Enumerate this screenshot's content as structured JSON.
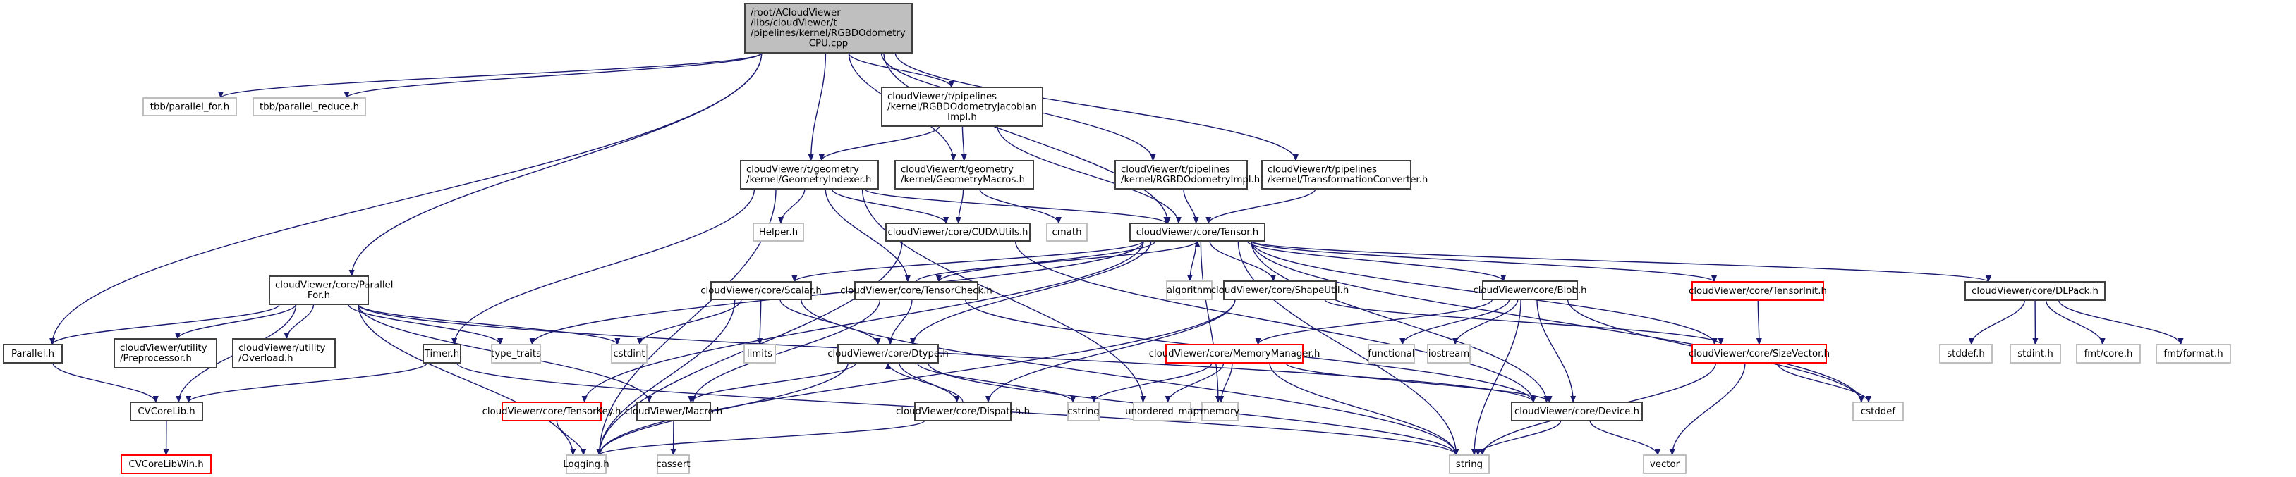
{
  "diagram": {
    "title": "Include dependency graph for RGBDOdometryCPU.cpp",
    "colors": {
      "edge": "#191970",
      "root_fill": "#bfbfbf",
      "local_border": "#404040",
      "system_border": "#bfbfbf",
      "missing_border": "#ff0000"
    },
    "nodes": [
      {
        "id": "root",
        "kind": "root",
        "lines": [
          "/root/ACloudViewer",
          "/libs/cloudViewer/t",
          "/pipelines/kernel/RGBDOdometry",
          "CPU.cpp"
        ]
      },
      {
        "id": "tbb_for",
        "kind": "system",
        "lines": [
          "tbb/parallel_for.h"
        ]
      },
      {
        "id": "tbb_reduce",
        "kind": "system",
        "lines": [
          "tbb/parallel_reduce.h"
        ]
      },
      {
        "id": "jacobian",
        "kind": "local",
        "lines": [
          "cloudViewer/t/pipelines",
          "/kernel/RGBDOdometryJacobian",
          "Impl.h"
        ]
      },
      {
        "id": "geom_indexer",
        "kind": "local",
        "lines": [
          "cloudViewer/t/geometry",
          "/kernel/GeometryIndexer.h"
        ]
      },
      {
        "id": "geom_macros",
        "kind": "local",
        "lines": [
          "cloudViewer/t/geometry",
          "/kernel/GeometryMacros.h"
        ]
      },
      {
        "id": "odom_impl",
        "kind": "local",
        "lines": [
          "cloudViewer/t/pipelines",
          "/kernel/RGBDOdometryImpl.h"
        ]
      },
      {
        "id": "transform_conv",
        "kind": "local",
        "lines": [
          "cloudViewer/t/pipelines",
          "/kernel/TransformationConverter.h"
        ]
      },
      {
        "id": "helper",
        "kind": "system",
        "lines": [
          "Helper.h"
        ]
      },
      {
        "id": "cudautils",
        "kind": "local",
        "lines": [
          "cloudViewer/core/CUDAUtils.h"
        ]
      },
      {
        "id": "cmath",
        "kind": "system",
        "lines": [
          "cmath"
        ]
      },
      {
        "id": "tensor",
        "kind": "local",
        "lines": [
          "cloudViewer/core/Tensor.h"
        ]
      },
      {
        "id": "parallel_for",
        "kind": "local",
        "lines": [
          "cloudViewer/core/Parallel",
          "For.h"
        ]
      },
      {
        "id": "scalar",
        "kind": "local",
        "lines": [
          "cloudViewer/core/Scalar.h"
        ]
      },
      {
        "id": "tensorcheck",
        "kind": "local",
        "lines": [
          "cloudViewer/core/TensorCheck.h"
        ]
      },
      {
        "id": "algorithm",
        "kind": "system",
        "lines": [
          "algorithm"
        ]
      },
      {
        "id": "shapeutil",
        "kind": "local",
        "lines": [
          "cloudViewer/core/ShapeUtil.h"
        ]
      },
      {
        "id": "blob",
        "kind": "local",
        "lines": [
          "cloudViewer/core/Blob.h"
        ]
      },
      {
        "id": "tensorinit",
        "kind": "missing",
        "lines": [
          "cloudViewer/core/TensorInit.h"
        ]
      },
      {
        "id": "dlpack",
        "kind": "local",
        "lines": [
          "cloudViewer/core/DLPack.h"
        ]
      },
      {
        "id": "parallel_h",
        "kind": "local",
        "lines": [
          "Parallel.h"
        ]
      },
      {
        "id": "preprocessor",
        "kind": "local",
        "lines": [
          "cloudViewer/utility",
          "/Preprocessor.h"
        ]
      },
      {
        "id": "overload",
        "kind": "local",
        "lines": [
          "cloudViewer/utility",
          "/Overload.h"
        ]
      },
      {
        "id": "timer",
        "kind": "local",
        "lines": [
          "Timer.h"
        ]
      },
      {
        "id": "type_traits",
        "kind": "system",
        "lines": [
          "type_traits"
        ]
      },
      {
        "id": "cstdint",
        "kind": "system",
        "lines": [
          "cstdint"
        ]
      },
      {
        "id": "limits",
        "kind": "system",
        "lines": [
          "limits"
        ]
      },
      {
        "id": "dtype",
        "kind": "local",
        "lines": [
          "cloudViewer/core/Dtype.h"
        ]
      },
      {
        "id": "memmgr",
        "kind": "missing",
        "lines": [
          "cloudViewer/core/MemoryManager.h"
        ]
      },
      {
        "id": "functional",
        "kind": "system",
        "lines": [
          "functional"
        ]
      },
      {
        "id": "iostream",
        "kind": "system",
        "lines": [
          "iostream"
        ]
      },
      {
        "id": "sizevector",
        "kind": "missing",
        "lines": [
          "cloudViewer/core/SizeVector.h"
        ]
      },
      {
        "id": "stddef_h",
        "kind": "system",
        "lines": [
          "stddef.h"
        ]
      },
      {
        "id": "stdint_h",
        "kind": "system",
        "lines": [
          "stdint.h"
        ]
      },
      {
        "id": "fmt_core",
        "kind": "system",
        "lines": [
          "fmt/core.h"
        ]
      },
      {
        "id": "fmt_format",
        "kind": "system",
        "lines": [
          "fmt/format.h"
        ]
      },
      {
        "id": "cvcorelib",
        "kind": "local",
        "lines": [
          "CVCoreLib.h"
        ]
      },
      {
        "id": "tensorkey",
        "kind": "missing",
        "lines": [
          "cloudViewer/core/TensorKey.h"
        ]
      },
      {
        "id": "macro",
        "kind": "local",
        "lines": [
          "cloudViewer/Macro.h"
        ]
      },
      {
        "id": "dispatch",
        "kind": "local",
        "lines": [
          "cloudViewer/core/Dispatch.h"
        ]
      },
      {
        "id": "cstring",
        "kind": "system",
        "lines": [
          "cstring"
        ]
      },
      {
        "id": "unordered_map",
        "kind": "system",
        "lines": [
          "unordered_map"
        ]
      },
      {
        "id": "memory",
        "kind": "system",
        "lines": [
          "memory"
        ]
      },
      {
        "id": "device",
        "kind": "local",
        "lines": [
          "cloudViewer/core/Device.h"
        ]
      },
      {
        "id": "cstddef",
        "kind": "system",
        "lines": [
          "cstddef"
        ]
      },
      {
        "id": "cvcorelibwin",
        "kind": "missing",
        "lines": [
          "CVCoreLibWin.h"
        ]
      },
      {
        "id": "logging",
        "kind": "system",
        "lines": [
          "Logging.h"
        ]
      },
      {
        "id": "cassert",
        "kind": "system",
        "lines": [
          "cassert"
        ]
      },
      {
        "id": "string",
        "kind": "system",
        "lines": [
          "string"
        ]
      },
      {
        "id": "vector",
        "kind": "system",
        "lines": [
          "vector"
        ]
      }
    ],
    "edges": [
      [
        "root",
        "tbb_for"
      ],
      [
        "root",
        "tbb_reduce"
      ],
      [
        "root",
        "parallel_h"
      ],
      [
        "root",
        "parallel_for"
      ],
      [
        "root",
        "geom_indexer"
      ],
      [
        "root",
        "geom_macros"
      ],
      [
        "root",
        "jacobian"
      ],
      [
        "root",
        "odom_impl"
      ],
      [
        "root",
        "transform_conv"
      ],
      [
        "root",
        "tensor"
      ],
      [
        "jacobian",
        "geom_indexer"
      ],
      [
        "jacobian",
        "geom_macros"
      ],
      [
        "jacobian",
        "tensor"
      ],
      [
        "geom_indexer",
        "helper"
      ],
      [
        "geom_indexer",
        "cudautils"
      ],
      [
        "geom_indexer",
        "tensor"
      ],
      [
        "geom_indexer",
        "tensorcheck"
      ],
      [
        "geom_indexer",
        "timer"
      ],
      [
        "geom_indexer",
        "logging"
      ],
      [
        "geom_indexer",
        "unordered_map"
      ],
      [
        "geom_macros",
        "cudautils"
      ],
      [
        "geom_macros",
        "cmath"
      ],
      [
        "odom_impl",
        "tensor"
      ],
      [
        "transform_conv",
        "tensor"
      ],
      [
        "cudautils",
        "logging"
      ],
      [
        "cudautils",
        "device"
      ],
      [
        "tensor",
        "algorithm"
      ],
      [
        "tensor",
        "shapeutil"
      ],
      [
        "tensor",
        "blob"
      ],
      [
        "tensor",
        "tensorinit"
      ],
      [
        "tensor",
        "dlpack"
      ],
      [
        "tensor",
        "scalar"
      ],
      [
        "tensor",
        "tensorcheck"
      ],
      [
        "tensor",
        "dtype"
      ],
      [
        "tensor",
        "tensorkey"
      ],
      [
        "tensor",
        "type_traits"
      ],
      [
        "tensor",
        "cstddef"
      ],
      [
        "tensor",
        "sizevector"
      ],
      [
        "tensor",
        "device"
      ],
      [
        "tensor",
        "string"
      ],
      [
        "tensor",
        "memory"
      ],
      [
        "parallel_for",
        "parallel_h"
      ],
      [
        "parallel_for",
        "preprocessor"
      ],
      [
        "parallel_for",
        "overload"
      ],
      [
        "parallel_for",
        "type_traits"
      ],
      [
        "parallel_for",
        "cstdint"
      ],
      [
        "parallel_for",
        "device"
      ],
      [
        "parallel_for",
        "logging"
      ],
      [
        "parallel_for",
        "macro"
      ],
      [
        "parallel_for",
        "cvcorelib"
      ],
      [
        "scalar",
        "cstdint"
      ],
      [
        "scalar",
        "limits"
      ],
      [
        "scalar",
        "dtype"
      ],
      [
        "scalar",
        "logging"
      ],
      [
        "scalar",
        "string"
      ],
      [
        "tensorcheck",
        "dtype"
      ],
      [
        "tensorcheck",
        "device"
      ],
      [
        "tensorcheck",
        "macro"
      ],
      [
        "tensorcheck",
        "tensor"
      ],
      [
        "shapeutil",
        "sizevector"
      ],
      [
        "shapeutil",
        "dispatch"
      ],
      [
        "shapeutil",
        "logging"
      ],
      [
        "blob",
        "memmgr"
      ],
      [
        "blob",
        "functional"
      ],
      [
        "blob",
        "iostream"
      ],
      [
        "blob",
        "device"
      ],
      [
        "blob",
        "string"
      ],
      [
        "blob",
        "cstddef"
      ],
      [
        "tensorinit",
        "sizevector"
      ],
      [
        "dlpack",
        "stddef_h"
      ],
      [
        "dlpack",
        "stdint_h"
      ],
      [
        "dlpack",
        "fmt_core"
      ],
      [
        "dlpack",
        "fmt_format"
      ],
      [
        "parallel_h",
        "cvcorelib"
      ],
      [
        "timer",
        "cvcorelib"
      ],
      [
        "timer",
        "string"
      ],
      [
        "dtype",
        "macro"
      ],
      [
        "dtype",
        "dispatch"
      ],
      [
        "dtype",
        "logging"
      ],
      [
        "dtype",
        "cstring"
      ],
      [
        "dtype",
        "string"
      ],
      [
        "dispatch",
        "dtype"
      ],
      [
        "dispatch",
        "logging"
      ],
      [
        "memmgr",
        "cstring"
      ],
      [
        "memmgr",
        "unordered_map"
      ],
      [
        "memmgr",
        "memory"
      ],
      [
        "memmgr",
        "device"
      ],
      [
        "memmgr",
        "string"
      ],
      [
        "sizevector",
        "cstddef"
      ],
      [
        "sizevector",
        "string"
      ],
      [
        "sizevector",
        "vector"
      ],
      [
        "cvcorelib",
        "cvcorelibwin"
      ],
      [
        "tensorkey",
        "logging"
      ],
      [
        "macro",
        "cassert"
      ],
      [
        "device",
        "string"
      ],
      [
        "device",
        "vector"
      ]
    ]
  }
}
